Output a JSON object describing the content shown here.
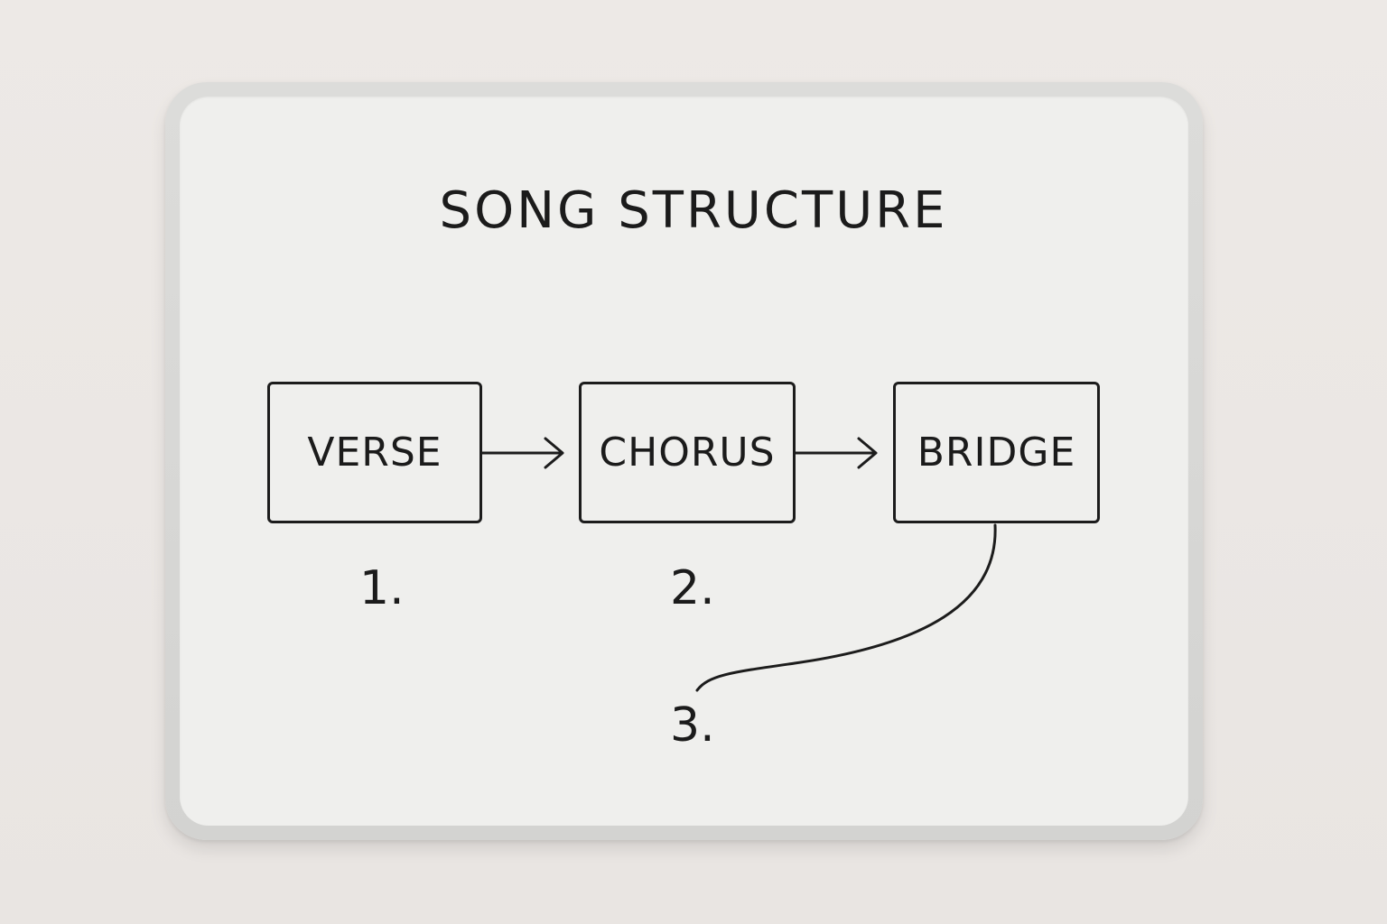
{
  "diagram": {
    "title": "SONG STRUCTURE",
    "nodes": [
      {
        "id": "verse",
        "label": "VERSE"
      },
      {
        "id": "chorus",
        "label": "CHORUS"
      },
      {
        "id": "bridge",
        "label": "BRIDGE"
      }
    ],
    "steps": [
      "1.",
      "2.",
      "3."
    ],
    "edges": [
      {
        "from": "verse",
        "to": "chorus",
        "style": "arrow"
      },
      {
        "from": "chorus",
        "to": "bridge",
        "style": "arrow"
      },
      {
        "from": "bridge",
        "to": "step-3",
        "style": "curve"
      }
    ]
  }
}
